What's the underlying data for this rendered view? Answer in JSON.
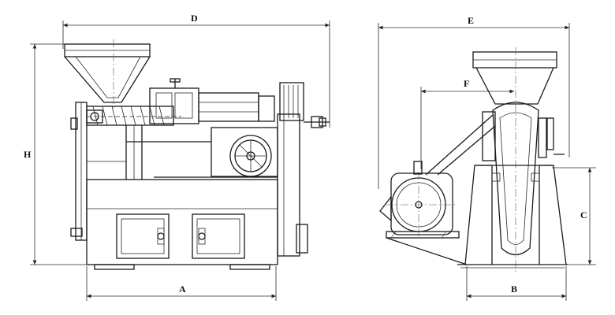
{
  "labels": {
    "D": "D",
    "H": "H",
    "A": "A",
    "E": "E",
    "F": "F",
    "B": "B",
    "C": "C"
  },
  "colors": {
    "line": "#1a1a1a",
    "background": "#ffffff"
  }
}
